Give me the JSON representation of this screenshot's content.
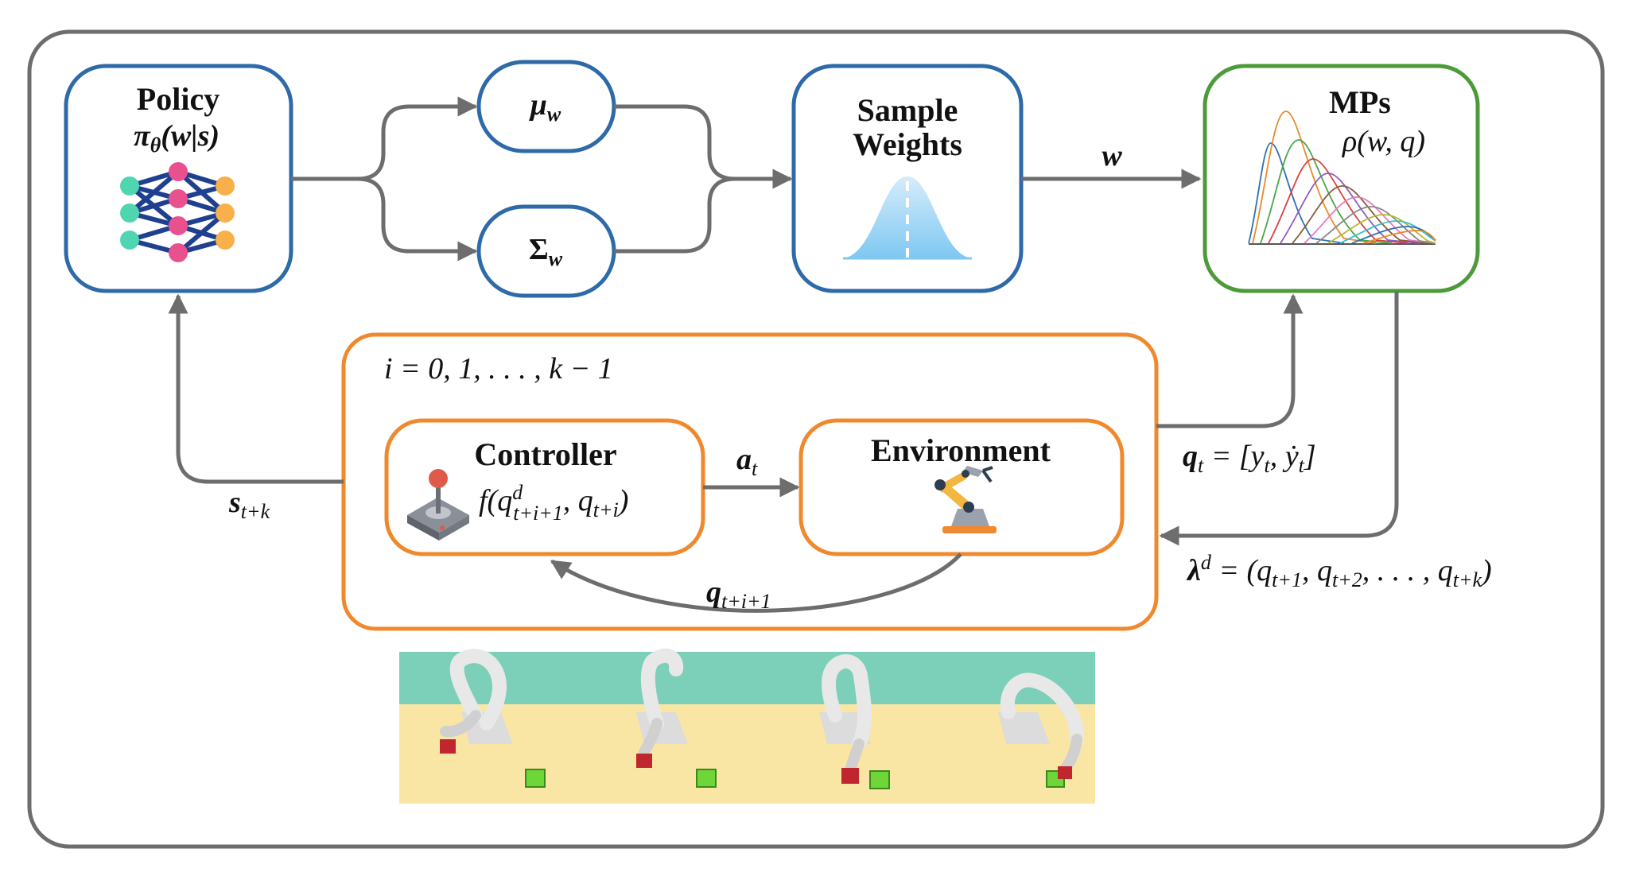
{
  "colors": {
    "frame": "#6d6d6d",
    "arrow": "#6d6d6d",
    "blue": "#2e6aa8",
    "green": "#4d9a3a",
    "orange": "#f0892d",
    "net_green": "#4fd6b0",
    "net_pink": "#e8518e",
    "net_orange": "#f7b04a",
    "net_edge": "#1f3f8f",
    "scene_wall": "#7ccfb8",
    "scene_floor": "#fae6a4"
  },
  "policy": {
    "title": "Policy",
    "formula_main": "π",
    "formula_sub": "θ",
    "formula_args": "(w|s)",
    "icon": "neural-network-icon"
  },
  "mu": {
    "symbol": "μ",
    "sub": "w"
  },
  "sigma": {
    "symbol": "Σ",
    "sub": "w"
  },
  "sample": {
    "title_line1": "Sample",
    "title_line2": "Weights",
    "icon": "gaussian-distribution-icon"
  },
  "mps": {
    "title": "MPs",
    "formula": "ρ(w, q)",
    "icon": "basis-functions-plot-icon"
  },
  "edges": {
    "w_label": "w",
    "state_label_main": "s",
    "state_label_sub": "t+k",
    "action_label_main": "a",
    "action_label_sub": "t",
    "feedback_label_main": "q",
    "feedback_label_sub": "t+i+1",
    "q_label": "q",
    "q_label_sub": "t",
    "q_label_rest": " = [y",
    "q_label_rest_sub": "t",
    "q_label_rest2": ", ẏ",
    "q_label_rest2_sub": "t",
    "q_label_end": "]",
    "lambda_label": "λ",
    "lambda_sup": "d",
    "lambda_rest": " = (q",
    "lambda_terms": [
      "t+1",
      "t+2",
      "t+k"
    ],
    "lambda_sep1": ", q",
    "lambda_sep2": ", . . . , q",
    "lambda_end": ")"
  },
  "loop": {
    "label": "i = 0, 1, . . . , k − 1"
  },
  "controller": {
    "title": "Controller",
    "formula_f": "f(q",
    "formula_sup": "d",
    "formula_sub": "t+i+1",
    "formula_mid": ", q",
    "formula_sub2": "t+i",
    "formula_end": ")",
    "icon": "joystick-icon"
  },
  "environment": {
    "title": "Environment",
    "icon": "robot-arm-icon"
  },
  "scene": {
    "frames": 4,
    "description_icon": "robot-pick-and-place-frames"
  }
}
